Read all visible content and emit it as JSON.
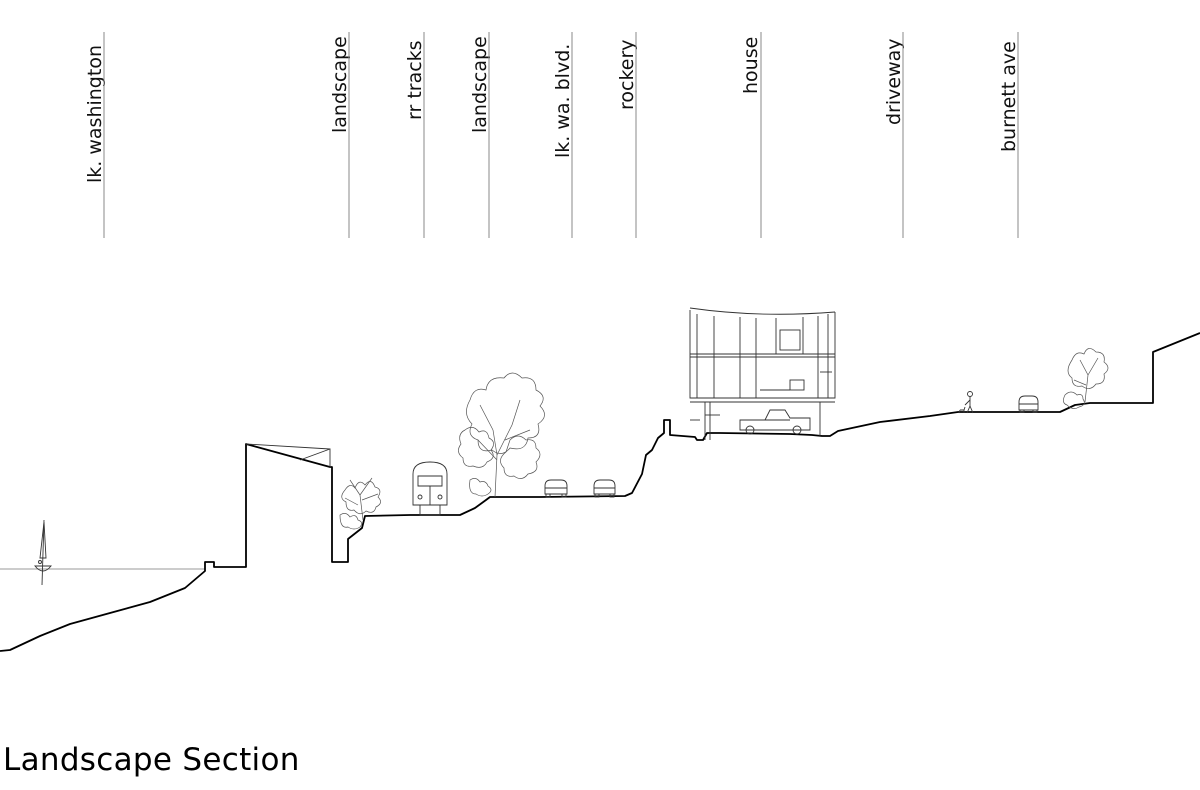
{
  "title": "Landscape  Section",
  "labels": [
    "lk. washington",
    "landscape",
    "rr tracks",
    "landscape",
    "lk. wa. blvd.",
    "rockery",
    "house",
    "driveway",
    "burnett ave"
  ]
}
